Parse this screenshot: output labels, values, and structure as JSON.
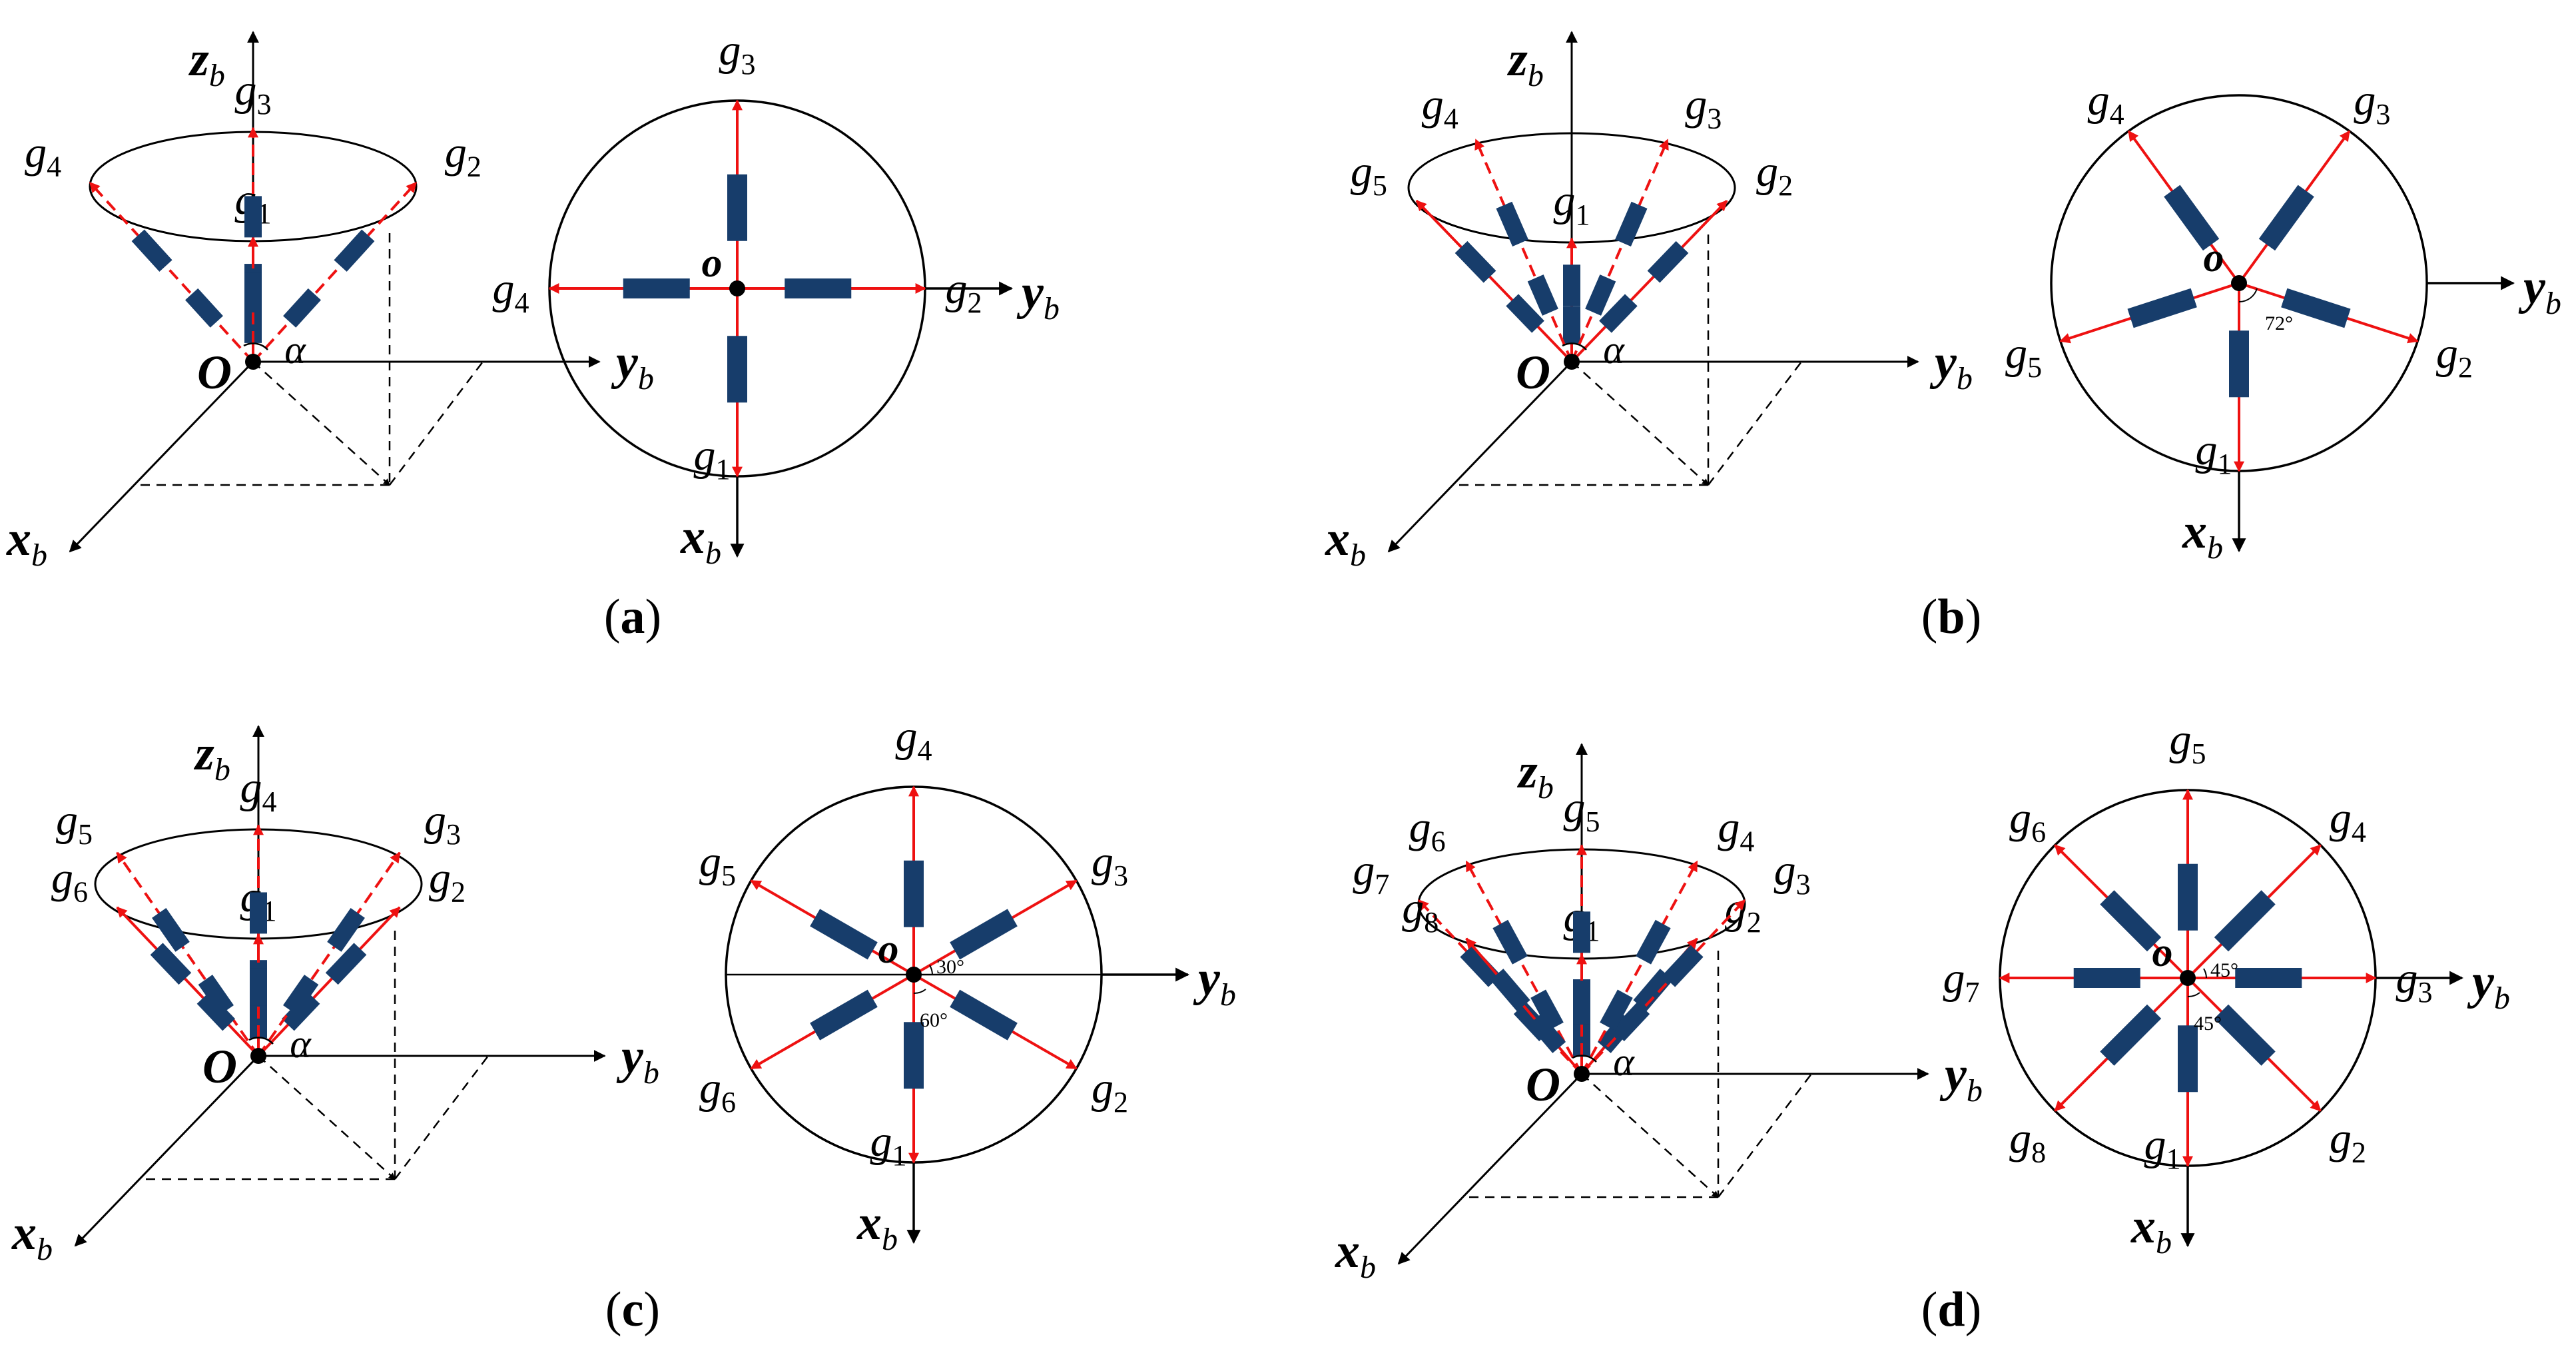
{
  "colors": {
    "arrow": "#ee1111",
    "actuator": "#173d6b",
    "line": "#000000"
  },
  "common_labels": {
    "axis_x": "x",
    "axis_y": "y",
    "axis_z": "z",
    "axis_subscript": "b",
    "origin_3d": "O",
    "origin_2d": "o",
    "cone_angle": "α",
    "gimbal_letter": "g"
  },
  "panels": [
    {
      "id": "a",
      "label_parts": [
        "(",
        "a",
        ")"
      ],
      "count": 4,
      "gimbals": [
        "1",
        "2",
        "3",
        "4"
      ],
      "angle_labels": []
    },
    {
      "id": "b",
      "label_parts": [
        "(",
        "b",
        ")"
      ],
      "count": 5,
      "gimbals": [
        "1",
        "2",
        "3",
        "4",
        "5"
      ],
      "angle_labels": [
        "72°"
      ]
    },
    {
      "id": "c",
      "label_parts": [
        "(",
        "c",
        ")"
      ],
      "count": 6,
      "gimbals": [
        "1",
        "2",
        "3",
        "4",
        "5",
        "6"
      ],
      "angle_labels": [
        "30°",
        "60°"
      ]
    },
    {
      "id": "d",
      "label_parts": [
        "(",
        "d",
        ")"
      ],
      "count": 8,
      "gimbals": [
        "1",
        "2",
        "3",
        "4",
        "5",
        "6",
        "7",
        "8"
      ],
      "angle_labels": [
        "45°",
        "45°"
      ]
    }
  ]
}
